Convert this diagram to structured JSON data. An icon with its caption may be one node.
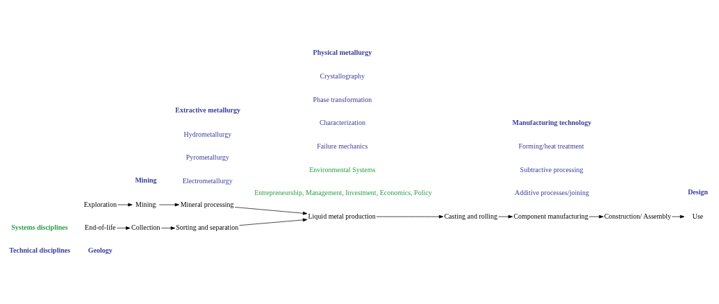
{
  "diagram": {
    "nodes": [
      {
        "text": [
          "Exploration"
        ]
      },
      {
        "text": [
          "Mining"
        ]
      },
      {
        "text": [
          "Mineral processing"
        ]
      },
      {
        "text": [
          "End-of-life"
        ]
      },
      {
        "text": [
          "Collection"
        ]
      },
      {
        "text": [
          "Sorting and separation"
        ]
      },
      {
        "text": [
          "Liquid metal production"
        ]
      },
      {
        "text": [
          "Casting and rolling"
        ]
      },
      {
        "text": [
          "Component manufacturing"
        ]
      },
      {
        "text": [
          "Construction/ Assembly"
        ]
      },
      {
        "text": [
          "Use"
        ]
      }
    ],
    "edges": [
      {
        "from": 0,
        "to": 1,
        "arrow": "to"
      },
      {
        "from": 1,
        "to": 2,
        "arrow": "to"
      },
      {
        "from": 3,
        "to": 4,
        "arrow": "to"
      },
      {
        "from": 4,
        "to": 5,
        "arrow": "to"
      },
      {
        "from": 2,
        "to": 6,
        "arrow": "to"
      },
      {
        "from": 5,
        "to": 6,
        "arrow": "to"
      },
      {
        "from": 6,
        "to": 7,
        "arrow": "to"
      },
      {
        "from": 7,
        "to": 8,
        "arrow": "to"
      },
      {
        "from": 8,
        "to": 9,
        "arrow": "to"
      },
      {
        "from": 9,
        "to": 10,
        "arrow": "to"
      }
    ],
    "labels": [
      "Systems disciplines",
      "Environmental Systems",
      "Entrepreneurship, Management, Investment, Economics, Policy",
      "Technical disciplines",
      "Geology",
      "Mining",
      "Extractive metallurgy",
      "Physical metallurgy",
      "Manufacturing technology",
      "Design",
      "Hydrometallurgy",
      "Crystallography",
      "Forming/heat treatment",
      "Pyrometallurgy",
      "Phase transformation",
      "Subtractive processing",
      "Electrometallurgy",
      "Characterization",
      "Additive processes/joining",
      "Failure mechanics"
    ]
  }
}
